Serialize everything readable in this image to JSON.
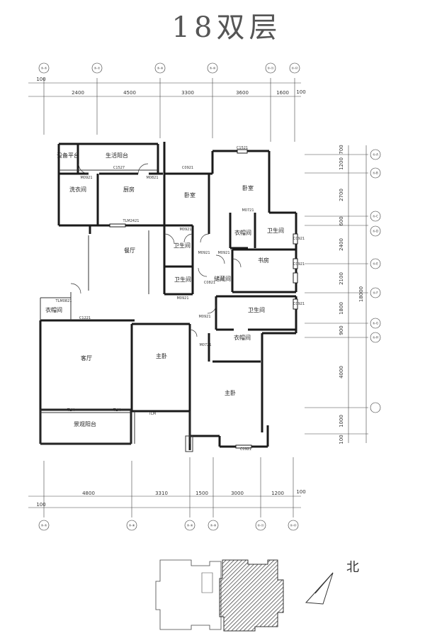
{
  "title": "18双层",
  "north_label": "北",
  "rooms": {
    "equipment_platform": "设备平台",
    "service_balcony": "生活阳台",
    "laundry": "洗衣间",
    "kitchen": "厨房",
    "bedroom_1": "卧室",
    "bedroom_2": "卧室",
    "dining": "餐厅",
    "bath_1": "卫生间",
    "bath_2": "卫生间",
    "bath_3": "卫生间",
    "bath_4": "卫生间",
    "storage": "储藏间",
    "cloak_1": "衣帽间",
    "cloak_2": "衣帽间",
    "cloak_3": "衣帽间",
    "study": "书房",
    "living": "客厅",
    "master": "主卧",
    "main_bedroom": "主卧",
    "view_balcony": "景观阳台"
  },
  "top_dims": [
    "2400",
    "4500",
    "3300",
    "3600",
    "1600"
  ],
  "top_edge_marks": [
    "100",
    "100"
  ],
  "bottom_dims": [
    "4800",
    "3310",
    "1500",
    "3000",
    "1200"
  ],
  "bottom_edge_marks": [
    "100",
    "100"
  ],
  "right_dims": [
    "700",
    "1200",
    "2700",
    "600",
    "2400",
    "2100",
    "1800",
    "900",
    "4000",
    "1000",
    "100"
  ],
  "right_total": "18000",
  "door_tags": [
    "C1527",
    "M0921",
    "C0921",
    "C1521",
    "M0821",
    "M0721",
    "TLM2421",
    "TLM0821",
    "M0921",
    "M0921",
    "M0921",
    "M0921",
    "C0821",
    "M0921",
    "C0921",
    "C1221",
    "M0721",
    "TLM",
    "TLM",
    "TLM",
    "C0921",
    "C0921",
    "C0921"
  ],
  "col_axes": [
    "⑤-⑤",
    "⑤-⑦",
    "⑤-⑨",
    "⑤-⑩",
    "⑤-⑪",
    "⑤-⑫"
  ],
  "bottom_axes": [
    "⑤-⑤",
    "⑤-⑧",
    "⑤-⑨",
    "⑤-⑩",
    "⑤-⑪",
    "⑤-⑫"
  ],
  "row_axes": [
    "⑤-A",
    "⑤-B",
    "⑤-C",
    "⑤-D",
    "⑤-E",
    "⑤-F",
    "⑤-G",
    "⑤-H"
  ],
  "colors": {
    "wall": "#1a1a1a",
    "line": "#333333",
    "hatch": "#444444",
    "paper": "#ffffff"
  }
}
